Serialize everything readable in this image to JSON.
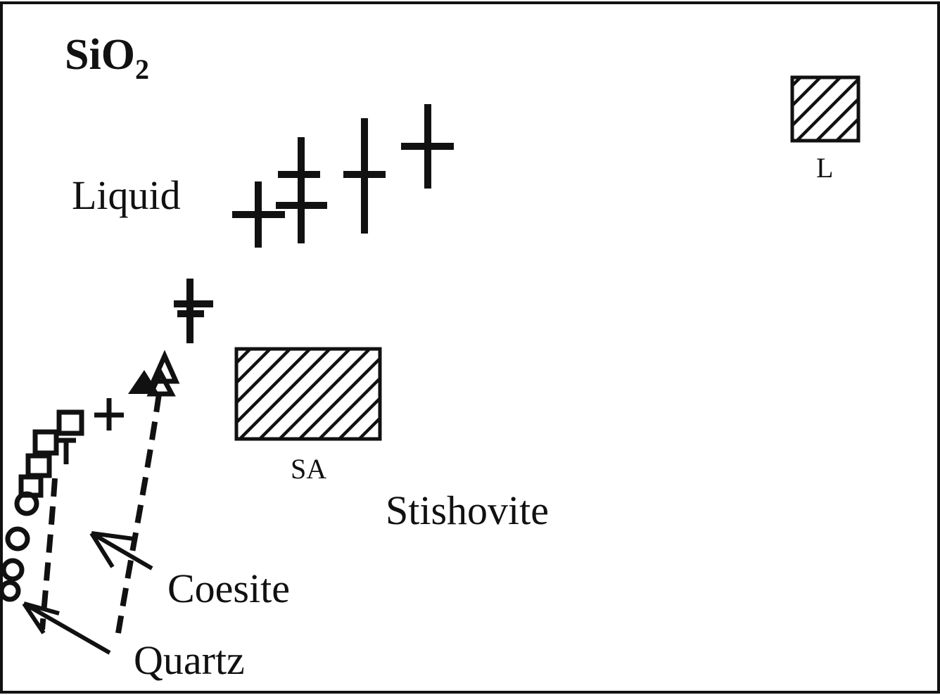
{
  "title": {
    "text": "SiO",
    "subscript": "2"
  },
  "labels": {
    "liquid": "Liquid",
    "stishovite": "Stishovite",
    "coesite": "Coesite",
    "quartz": "Quartz",
    "sa": "SA",
    "l": "L"
  },
  "colors": {
    "ink": "#111111",
    "background": "#ffffff"
  }
}
